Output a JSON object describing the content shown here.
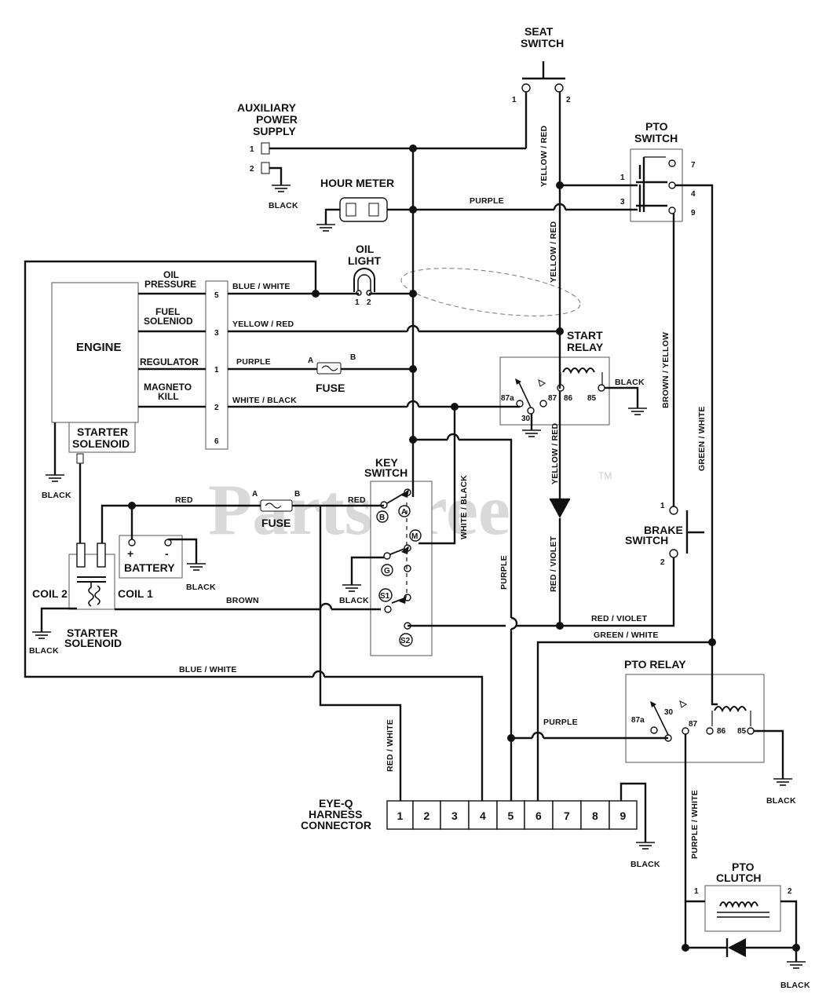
{
  "labels": {
    "seat_switch_1": "SEAT",
    "seat_switch_2": "SWITCH",
    "aux_1": "AUXILIARY",
    "aux_2": "POWER",
    "aux_3": "SUPPLY",
    "hour_meter": "HOUR METER",
    "oil_light_1": "OIL",
    "oil_light_2": "LIGHT",
    "pto_switch_1": "PTO",
    "pto_switch_2": "SWITCH",
    "engine": "ENGINE",
    "oil_pressure_1": "OIL",
    "oil_pressure_2": "PRESSURE",
    "fuel_solenoid_1": "FUEL",
    "fuel_solenoid_2": "SOLENIOD",
    "regulator": "REGULATOR",
    "magneto_1": "MAGNETO",
    "magneto_2": "KILL",
    "starter_solenoid_box_1": "STARTER",
    "starter_solenoid_box_2": "SOLENOID",
    "start_relay_1": "START",
    "start_relay_2": "RELAY",
    "fuse": "FUSE",
    "key_switch_1": "KEY",
    "key_switch_2": "SWITCH",
    "battery": "BATTERY",
    "coil1": "COIL 1",
    "coil2": "COIL 2",
    "starter_solenoid_1": "STARTER",
    "starter_solenoid_2": "SOLENOID",
    "brake_switch_1": "BRAKE",
    "brake_switch_2": "SWITCH",
    "pto_relay": "PTO RELAY",
    "eyeq_1": "EYE-Q",
    "eyeq_2": "HARNESS",
    "eyeq_3": "CONNECTOR",
    "pto_clutch_1": "PTO",
    "pto_clutch_2": "CLUTCH",
    "watermark": "PartsTree",
    "tm": "TM"
  },
  "wires": {
    "black": "BLACK",
    "purple": "PURPLE",
    "blue_white": "BLUE / WHITE",
    "yellow_red": "YELLOW / RED",
    "white_black": "WHITE / BLACK",
    "red": "RED",
    "brown": "BROWN",
    "red_violet": "RED / VIOLET",
    "green_white": "GREEN / WHITE",
    "brown_yellow": "BROWN / YELLOW",
    "red_white": "RED / WHITE",
    "purple_white": "PURPLE / WHITE"
  },
  "pins": {
    "one": "1",
    "two": "2",
    "three": "3",
    "four": "4",
    "five": "5",
    "six": "6",
    "seven": "7",
    "eight": "8",
    "nine": "9",
    "a": "A",
    "b": "B",
    "r87a": "87a",
    "r87": "87",
    "r86": "86",
    "r85": "85",
    "r30": "30",
    "plus": "+",
    "minus": "-",
    "key_b": "B",
    "key_a": "A",
    "key_m": "M",
    "key_g": "G",
    "key_s1": "S1",
    "key_s2": "S2"
  },
  "connector_pins": [
    "1",
    "2",
    "3",
    "4",
    "5",
    "6",
    "7",
    "8",
    "9"
  ]
}
